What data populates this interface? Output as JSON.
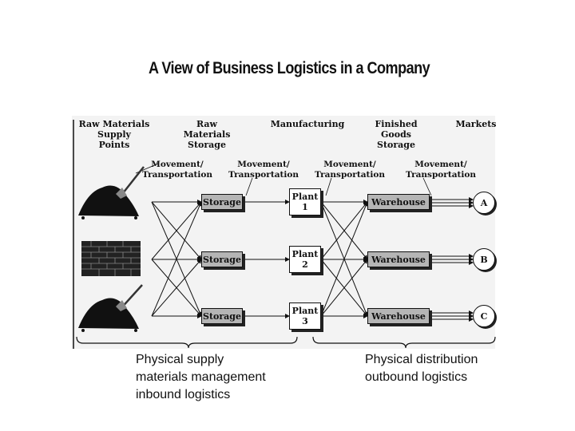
{
  "title": "A View of Business Logistics in a Company",
  "headers": {
    "raw_supply": "Raw Materials\nSupply\nPoints",
    "raw_storage": "Raw\nMaterials\nStorage",
    "manufacturing": "Manufacturing",
    "finished_storage": "Finished\nGoods\nStorage",
    "markets": "Markets"
  },
  "movement_label": "Movement/\nTransportation",
  "storage_label": "Storage",
  "warehouse_label": "Warehouse",
  "plants": [
    "Plant\n1",
    "Plant\n2",
    "Plant\n3"
  ],
  "markets": [
    "A",
    "B",
    "C"
  ],
  "captions": {
    "supply": "Physical supply\nmaterials management\ninbound logistics",
    "distribution": "Physical distribution\noutbound logistics"
  },
  "icons": [
    "raw-material-pile-icon",
    "brick-stack-icon",
    "shovel-icon"
  ]
}
